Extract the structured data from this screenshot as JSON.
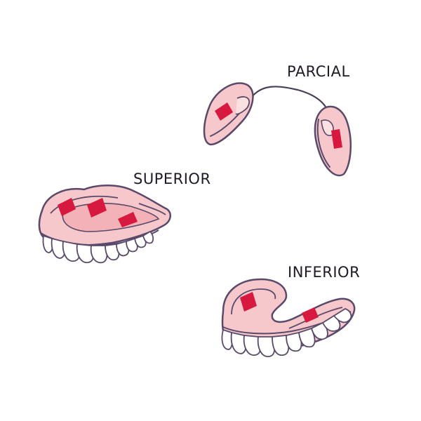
{
  "labels": {
    "partial": "PARCIAL",
    "upper": "SUPERIOR",
    "lower": "INFERIOR"
  },
  "colors": {
    "gum": "#f6c8cb",
    "gum_light": "#fbe0e2",
    "palate_shade": "#f2b2b7",
    "outline": "#5a4a6a",
    "wire": "#4a3f57",
    "pad": "#d7183f",
    "tooth": "#ffffff"
  }
}
